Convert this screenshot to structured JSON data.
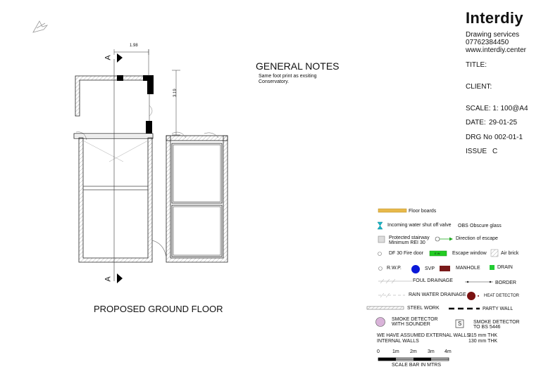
{
  "company": {
    "name": "Interdiy",
    "services": "Drawing services",
    "phone": "07762384450",
    "website": "www.interdiy.center"
  },
  "title_block": {
    "title_label": "TITLE:",
    "client_label": "CLIENT:",
    "scale_label": "SCALE: 1: 100@A4",
    "date_label": "DATE:",
    "date_value": "29-01-25",
    "drg_label": "DRG No",
    "drg_value": "002-01-1",
    "issue_label": "ISSUE",
    "issue_value": "C"
  },
  "general_notes": {
    "heading": "GENERAL NOTES",
    "text": "Same foot print as exsiting Conservatory."
  },
  "plan": {
    "title": "PROPOSED GROUND FLOOR",
    "dim_top": "1.98",
    "dim_side": "3.19",
    "section_mark": "A"
  },
  "legend": {
    "floor_boards": "Floor boards",
    "water_valve": "Incoming water shut off valve",
    "obs_code": "OBS",
    "obs_text": "Obscure glass",
    "stairway_line1": "Protected stairway",
    "stairway_line2": "Minimum REI 30",
    "escape_dir": "Direction of escape",
    "fire_door": "DF 30 Fire door",
    "escape_window": "Escape window",
    "ew_code": "E W",
    "air_brick": "Air brick",
    "rwp": "R.W.P.",
    "svp": "SVP",
    "manhole": "MANHOLE",
    "drain": "DRAIN",
    "foul": "FOUL DRAINAGE",
    "border": "BORDER",
    "rain": "RAIN WATER DRAINAGE",
    "heat": "HEAT DETECTOR",
    "steel": "STEEL WORK",
    "party": "PARTY WALL",
    "smoke_sounder_1": "SMOKE DETECTOR",
    "smoke_sounder_2": "WITH SOUNDER",
    "s_code": "S",
    "smoke_bs_1": "SMOKE DETECTOR",
    "smoke_bs_2": "TO BS 5446",
    "ext_walls": "WE HAVE ASSUMED EXTERNAL WALLS",
    "ext_thk": "315 mm THK",
    "int_walls": "INTERNAL WALLS",
    "int_thk": "130 mm  THK",
    "scale_ticks": [
      "0",
      "1m",
      "2m",
      "3m",
      "4m"
    ],
    "scale_caption": "SCALE BAR IN MTRS"
  },
  "colors": {
    "floor_boards": "#e8b94a",
    "valve": "#18b6c8",
    "svp": "#0a18d8",
    "manhole": "#7a1a1a",
    "drain": "#22cc33",
    "escape_window": "#22cc22",
    "heat": "#7a1010",
    "smoke": "#d9b3d9"
  }
}
